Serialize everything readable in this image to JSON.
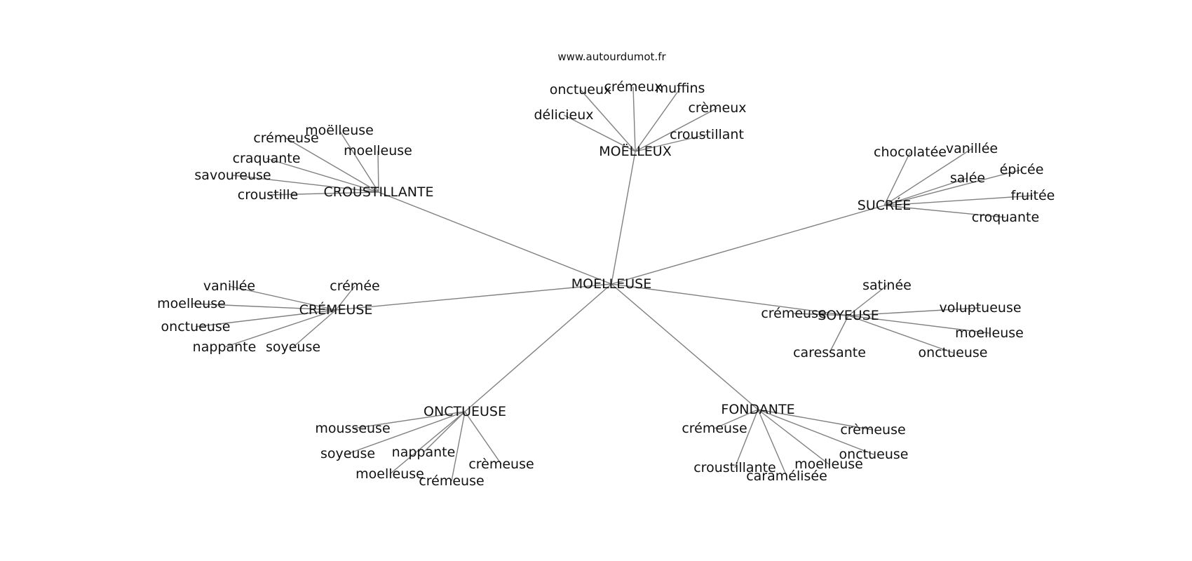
{
  "header": {
    "site_url": "www.autourdumot.fr"
  },
  "graph": {
    "center": "MOELLEUSE",
    "clusters": [
      {
        "hub": "MOËLLEUX",
        "leaves": [
          "onctueux",
          "crémeux",
          "muffins",
          "crèmeux",
          "délicieux",
          "croustillant"
        ]
      },
      {
        "hub": "CROUSTILLANTE",
        "leaves": [
          "moëlleuse",
          "crémeuse",
          "moelleuse",
          "craquante",
          "savoureuse",
          "croustille"
        ]
      },
      {
        "hub": "SUCRÉE",
        "leaves": [
          "chocolatée",
          "vanillée",
          "épicée",
          "salée",
          "fruitée",
          "croquante"
        ]
      },
      {
        "hub": "CRÉMEUSE",
        "leaves": [
          "vanillée",
          "crémée",
          "moelleuse",
          "onctueuse",
          "nappante",
          "soyeuse"
        ]
      },
      {
        "hub": "SOYEUSE",
        "leaves": [
          "satinée",
          "voluptueuse",
          "crémeuse",
          "moelleuse",
          "caressante",
          "onctueuse"
        ]
      },
      {
        "hub": "ONCTUEUSE",
        "leaves": [
          "mousseuse",
          "soyeuse",
          "nappante",
          "crèmeuse",
          "moelleuse",
          "crémeuse"
        ]
      },
      {
        "hub": "FONDANTE",
        "leaves": [
          "crémeuse",
          "crèmeuse",
          "onctueuse",
          "croustillante",
          "moelleuse",
          "caramélisée"
        ]
      }
    ]
  }
}
